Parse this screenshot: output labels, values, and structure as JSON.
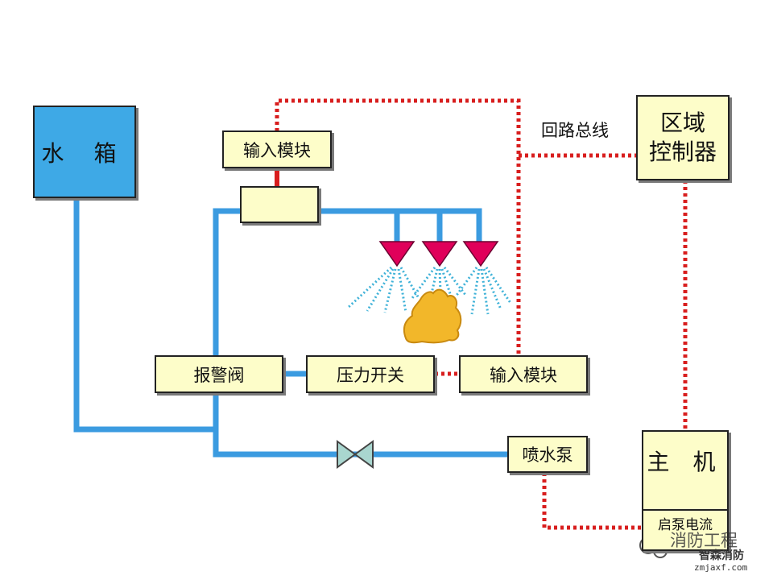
{
  "labels": {
    "water_tank": "水 箱",
    "input_module_top": "输入模块",
    "alarm_valve": "报警阀",
    "pressure_switch": "压力开关",
    "input_module_bottom": "输入模块",
    "pump": "喷水泵",
    "loop_bus": "回路总线",
    "area_controller_line1": "区域",
    "area_controller_line2": "控制器",
    "host": "主 机",
    "pump_current": "启泵电流"
  },
  "watermark": {
    "line1": "消防工程",
    "line2": "智森消防",
    "url": "zmjaxf.com"
  },
  "colors": {
    "pipe": "#3b9be0",
    "signal": "#d81e1e",
    "box_fill": "#fdfdc9",
    "tank_fill": "#3ea9e6",
    "sprinkler": "#e0005a",
    "spray": "#3fb2d8",
    "fire": "#f2b72a",
    "valve": "#a9d6cf"
  }
}
